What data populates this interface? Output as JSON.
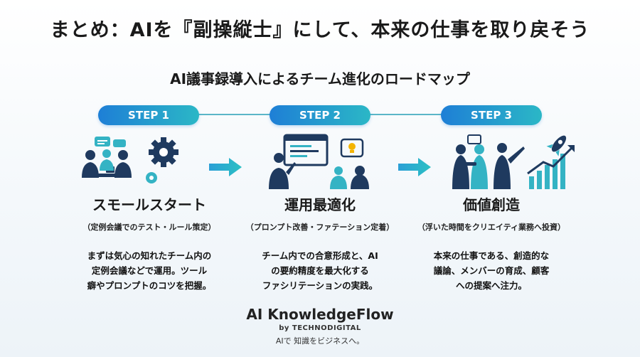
{
  "header": {
    "title": "まとめ：AIを『副操縦士』にして、本来の仕事を取り戻そう",
    "subtitle": "AI議事録導入によるチーム進化のロードマップ"
  },
  "steps": [
    {
      "label": "STEP 1",
      "title": "スモールスタート",
      "subtitle": "（定例会議でのテスト・ルール策定）",
      "body": [
        "まずは気心の知れたチーム内の",
        "定例会議などで運用。ツール",
        "癖やプロンプトのコツを把握。"
      ]
    },
    {
      "label": "STEP 2",
      "title": "運用最適化",
      "subtitle": "（プロンプト改善・ファテーション定着）",
      "body": [
        "チーム内での合意形成と、AI",
        "の要約精度を最大化する",
        "ファシリテーションの実践。"
      ]
    },
    {
      "label": "STEP 3",
      "title": "価値創造",
      "subtitle": "（浮いた時間をクリエイティ業務へ投資）",
      "body": [
        "本来の仕事である、創造的な",
        "議論、メンバーの育成、顧客",
        "への提案へ注力。"
      ]
    }
  ],
  "icons": {
    "step1": "meeting-gear-icon",
    "step2": "presentation-idea-icon",
    "step3": "growth-rocket-icon",
    "arrow": "arrow-right-icon"
  },
  "colors": {
    "accent_blue": "#1e7fd6",
    "accent_teal": "#2bb7c6",
    "icon_navy": "#1f3a5f",
    "icon_teal": "#34b3c4"
  },
  "brand": {
    "name": "AI KnowledgeFlow",
    "by": "by TECHNODIGITAL",
    "tagline": "AIで 知識をビジネスへ。"
  }
}
